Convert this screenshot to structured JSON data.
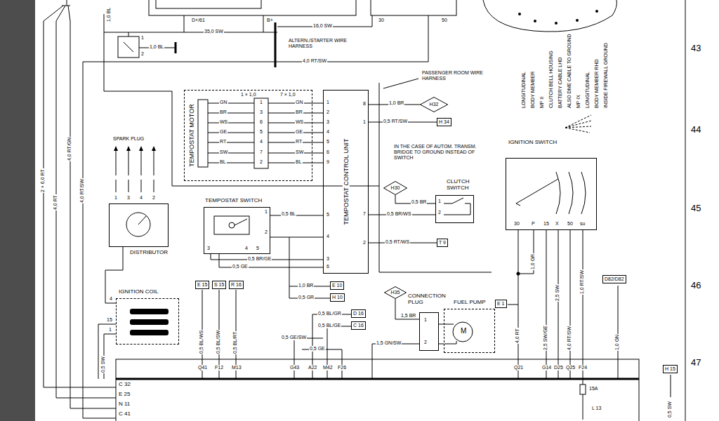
{
  "diagram": {
    "nodes": [
      {
        "text": [
          "TEMPOSTAT MOTOR"
        ]
      },
      {
        "text": [
          "TEMPOSTAT CONTROL UNIT"
        ]
      },
      {
        "text": [
          "H32"
        ]
      },
      {
        "text": [
          "H 34"
        ]
      },
      {
        "text": [
          "H30"
        ]
      },
      {
        "text": [
          "CLUTCH SWITCH"
        ]
      },
      {
        "text": [
          "T 9"
        ]
      },
      {
        "text": [
          "DISTRIBUTOR"
        ]
      },
      {
        "text": [
          "TEMPOSTAT SWITCH"
        ]
      },
      {
        "text": [
          "IGNITION SWITCH"
        ]
      },
      {
        "text": [
          "IGNITION COIL"
        ]
      },
      {
        "text": [
          "E 10"
        ]
      },
      {
        "text": [
          "H 10"
        ]
      },
      {
        "text": [
          "E 1"
        ]
      },
      {
        "text": [
          "D82/D82"
        ]
      },
      {
        "text": [
          "E 15"
        ]
      },
      {
        "text": [
          "S 15"
        ]
      },
      {
        "text": [
          "R 16"
        ]
      },
      {
        "text": [
          "D 16"
        ]
      },
      {
        "text": [
          "C 16"
        ]
      },
      {
        "text": [
          "H35"
        ]
      },
      {
        "text": [
          "CONNECTION PLUG"
        ]
      },
      {
        "text": [
          "FUEL PUMP"
        ]
      },
      {
        "text": [
          "H 15"
        ]
      }
    ],
    "edges": [
      {
        "from": 1,
        "to": 2,
        "label": "1,0 BR",
        "arrow": "none"
      },
      {
        "from": 1,
        "to": 3,
        "label": "0,5 RT/SW",
        "arrow": "none"
      },
      {
        "from": 1,
        "to": 6,
        "label": "0,5 RT/WS",
        "arrow": "none"
      },
      {
        "from": 8,
        "to": 1,
        "label": "0,5 BL",
        "arrow": "none"
      },
      {
        "from": 4,
        "to": 5,
        "label": "0,5 BR",
        "arrow": "none"
      },
      {
        "from": 20,
        "to": 21,
        "label": "1,5 BR",
        "arrow": "none"
      },
      {
        "from": 21,
        "to": 22,
        "arrow": "none"
      }
    ],
    "labels": [
      "1,0 BL",
      "D+/61",
      "B+",
      "30",
      "50",
      "35,0 SW",
      "16,0 SW",
      "1,0 BL",
      "1",
      "2",
      "ALTERN./STARTER WIRE HARNESS",
      "4,0 RT/SW",
      "2 × 6,0 RT",
      "4,0 RT",
      "4,0 RT/GN",
      "4,0 RT/SW",
      "1 × 1,0",
      "7 × 1,0",
      "GN",
      "BR",
      "WS",
      "GE",
      "RT",
      "SW",
      "BL",
      "1",
      "3",
      "6",
      "5",
      "4",
      "7",
      "2",
      "GN",
      "BR",
      "WS",
      "GE",
      "RT",
      "SW",
      "BL",
      "1",
      "2",
      "3",
      "4",
      "5",
      "6",
      "9",
      "8",
      "1",
      "7",
      "2",
      "5",
      "4",
      "3",
      "6",
      "PASSENGER ROOM WIRE HARNESS",
      "IN THE CASE OF AUTOM. TRANSM. BRIDGE TO GROUND INSTEAD OF SWITCH",
      "1",
      "2",
      "0,5 BR/WS",
      "SPARK PLUG",
      "1",
      "3",
      "4",
      "2",
      "1",
      "2",
      "3",
      "4",
      "5",
      "0,5 BR/GE",
      "0,5 GE",
      "1,0 BR",
      "0,5 GR",
      "4",
      "15",
      "1",
      "0,5 SW",
      "0,5 BL/WS",
      "0,5 BL/SW",
      "0,5 BL/RT",
      "0,5 BL/GR",
      "0,5 BL/GE",
      "0,5 GE/SW",
      "0,5 GE",
      "1,5 GN/SW",
      "1",
      "2",
      "M",
      "30",
      "P",
      "15",
      "X",
      "50",
      "su",
      "1,0 GR",
      "4,0 RT",
      "2,5 SW/GE",
      "2,5 SW",
      "4,0 RT/SW",
      "1,0 RT/SW",
      "1,0 GN",
      "Q41",
      "F12",
      "M13",
      "G43",
      "A22",
      "M42",
      "F26",
      "Q21",
      "G14",
      "D25",
      "Q25",
      "F24",
      "C 32",
      "E 25",
      "N 11",
      "C 41",
      "15A",
      "L 13",
      "0,5 SW",
      "43",
      "44",
      "45",
      "46",
      "47",
      "LONGITUDINAL",
      "BODY MEMBER",
      "MP II",
      "CLUTCH BELL HOUSING",
      "BATTERY CABLE LHD",
      "ALSO DME CABLE TO GROUND",
      "MP IX",
      "LONGITUDINAL",
      "BODY MEMBER RHD",
      "INSIDE FIREWALL GROUND"
    ]
  }
}
